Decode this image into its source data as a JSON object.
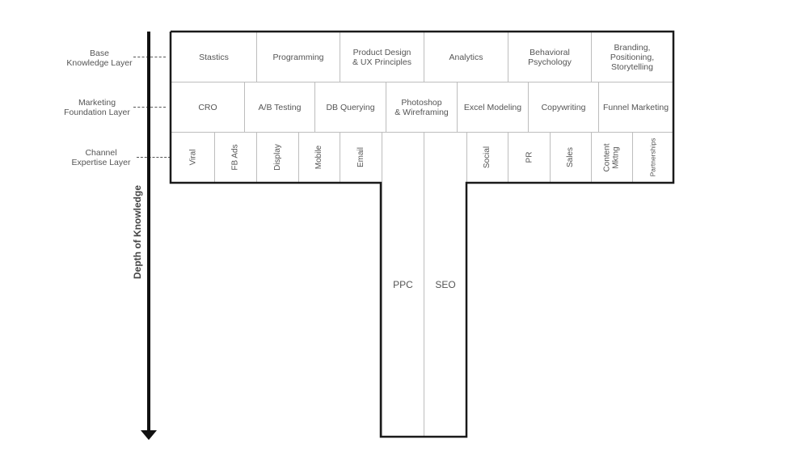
{
  "diagram": {
    "axis_title": "Depth of Knowledge",
    "layers": [
      {
        "label_line1": "Base",
        "label_line2": "Knowledge Layer"
      },
      {
        "label_line1": "Marketing",
        "label_line2": "Foundation Layer"
      },
      {
        "label_line1": "Channel",
        "label_line2": "Expertise Layer"
      }
    ],
    "base_row": [
      {
        "line1": "Stastics",
        "line2": ""
      },
      {
        "line1": "Programming",
        "line2": ""
      },
      {
        "line1": "Product Design",
        "line2": "& UX Principles"
      },
      {
        "line1": "Analytics",
        "line2": ""
      },
      {
        "line1": "Behavioral",
        "line2": "Psychology"
      },
      {
        "line1": "Branding,",
        "line2": "Positioning,",
        "line3": "Storytelling"
      }
    ],
    "foundation_row": [
      {
        "line1": "CRO",
        "line2": ""
      },
      {
        "line1": "A/B Testing",
        "line2": ""
      },
      {
        "line1": "DB Querying",
        "line2": ""
      },
      {
        "line1": "Photoshop",
        "line2": "& Wireframing"
      },
      {
        "line1": "Excel Modeling",
        "line2": ""
      },
      {
        "line1": "Copywriting",
        "line2": ""
      },
      {
        "line1": "Funnel Marketing",
        "line2": ""
      }
    ],
    "channel_row": [
      {
        "line1": "Viral"
      },
      {
        "line1": "FB Ads"
      },
      {
        "line1": "Display"
      },
      {
        "line1": "Mobile"
      },
      {
        "line1": "Email"
      },
      {
        "line1": "PPC"
      },
      {
        "line1": "SEO"
      },
      {
        "line1": "Social"
      },
      {
        "line1": "PR"
      },
      {
        "line1": "Sales"
      },
      {
        "line1": "Content",
        "line2": "Mktng"
      },
      {
        "line1": "Partnerships"
      }
    ]
  }
}
